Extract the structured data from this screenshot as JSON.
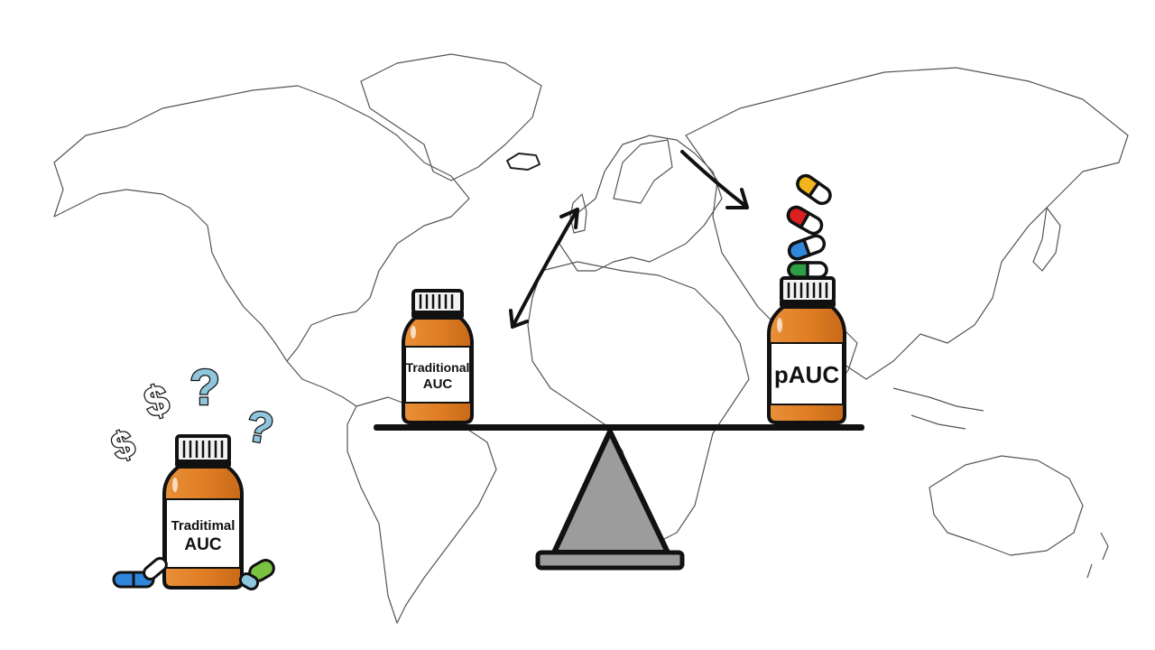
{
  "illustration": {
    "theme": "Traditional AUC vs pAUC balance on world map",
    "bottles": [
      {
        "id": "left-bottle",
        "label_line1": "Traditimal",
        "label_line2": "AUC"
      },
      {
        "id": "scale-left-bottle",
        "label_line1": "Traditional",
        "label_line2": "AUC"
      },
      {
        "id": "scale-right-bottle",
        "label_line1": "pAUC",
        "label_line2": ""
      }
    ],
    "symbols": {
      "dollar": "$",
      "question": "?"
    },
    "colors": {
      "bottle_amber": "#E07F24",
      "bottle_highlight": "#F3A75A",
      "cap": "#2b2b2b",
      "outline": "#111111",
      "fulcrum": "#9c9c9c",
      "question_blue": "#8fc6dd",
      "pill_yellow": "#F2B51E",
      "pill_red": "#D92121",
      "pill_blue": "#2F86DB",
      "pill_green": "#2E9E45",
      "pill_lime": "#7CC242",
      "map_line": "#555555"
    }
  }
}
